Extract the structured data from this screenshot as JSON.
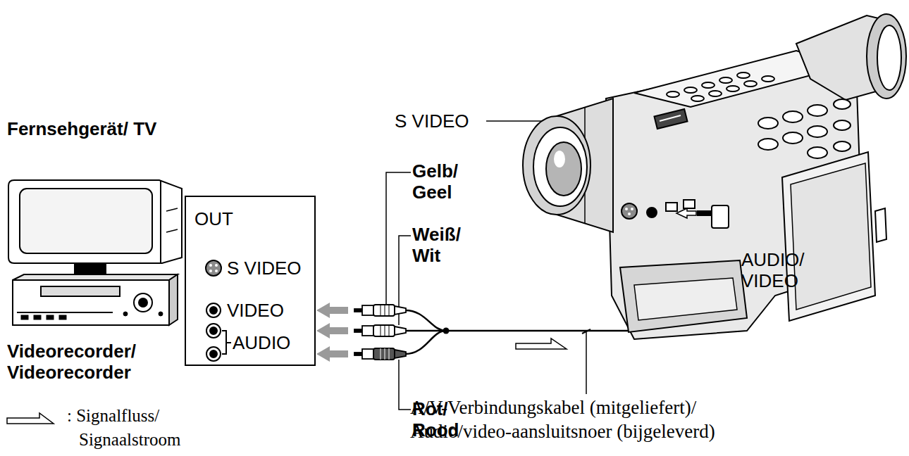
{
  "diagram": {
    "nodes": [
      {
        "text": [
          "OUT",
          "S VIDEO",
          "VIDEO",
          "AUDIO"
        ]
      }
    ],
    "labels": [
      "Fernsehgerät/ TV",
      "Videorecorder/ Videorecorder",
      "S VIDEO",
      "Gelb/ Geel",
      "Weiß/ Wit",
      "Rot/ Rood",
      "AUDIO/ VIDEO",
      "A/V-Verbindungskabel (mitgeliefert)/ Audio/video-aansluitsnoer (bijgeleverd)"
    ],
    "legend": [
      {
        "text": ": Signalfluss/ Signaalstroom"
      }
    ]
  }
}
